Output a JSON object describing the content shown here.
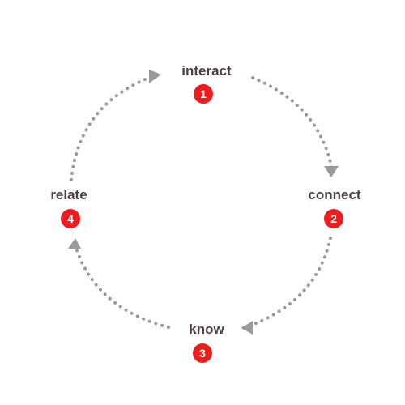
{
  "steps": [
    {
      "label": "interact",
      "number": "1"
    },
    {
      "label": "connect",
      "number": "2"
    },
    {
      "label": "know",
      "number": "3"
    },
    {
      "label": "relate",
      "number": "4"
    }
  ],
  "colors": {
    "label": "#4d3f45",
    "badge": "#ee1c1c",
    "badge_text": "#ffffff",
    "connector": "#9a9a9a"
  }
}
